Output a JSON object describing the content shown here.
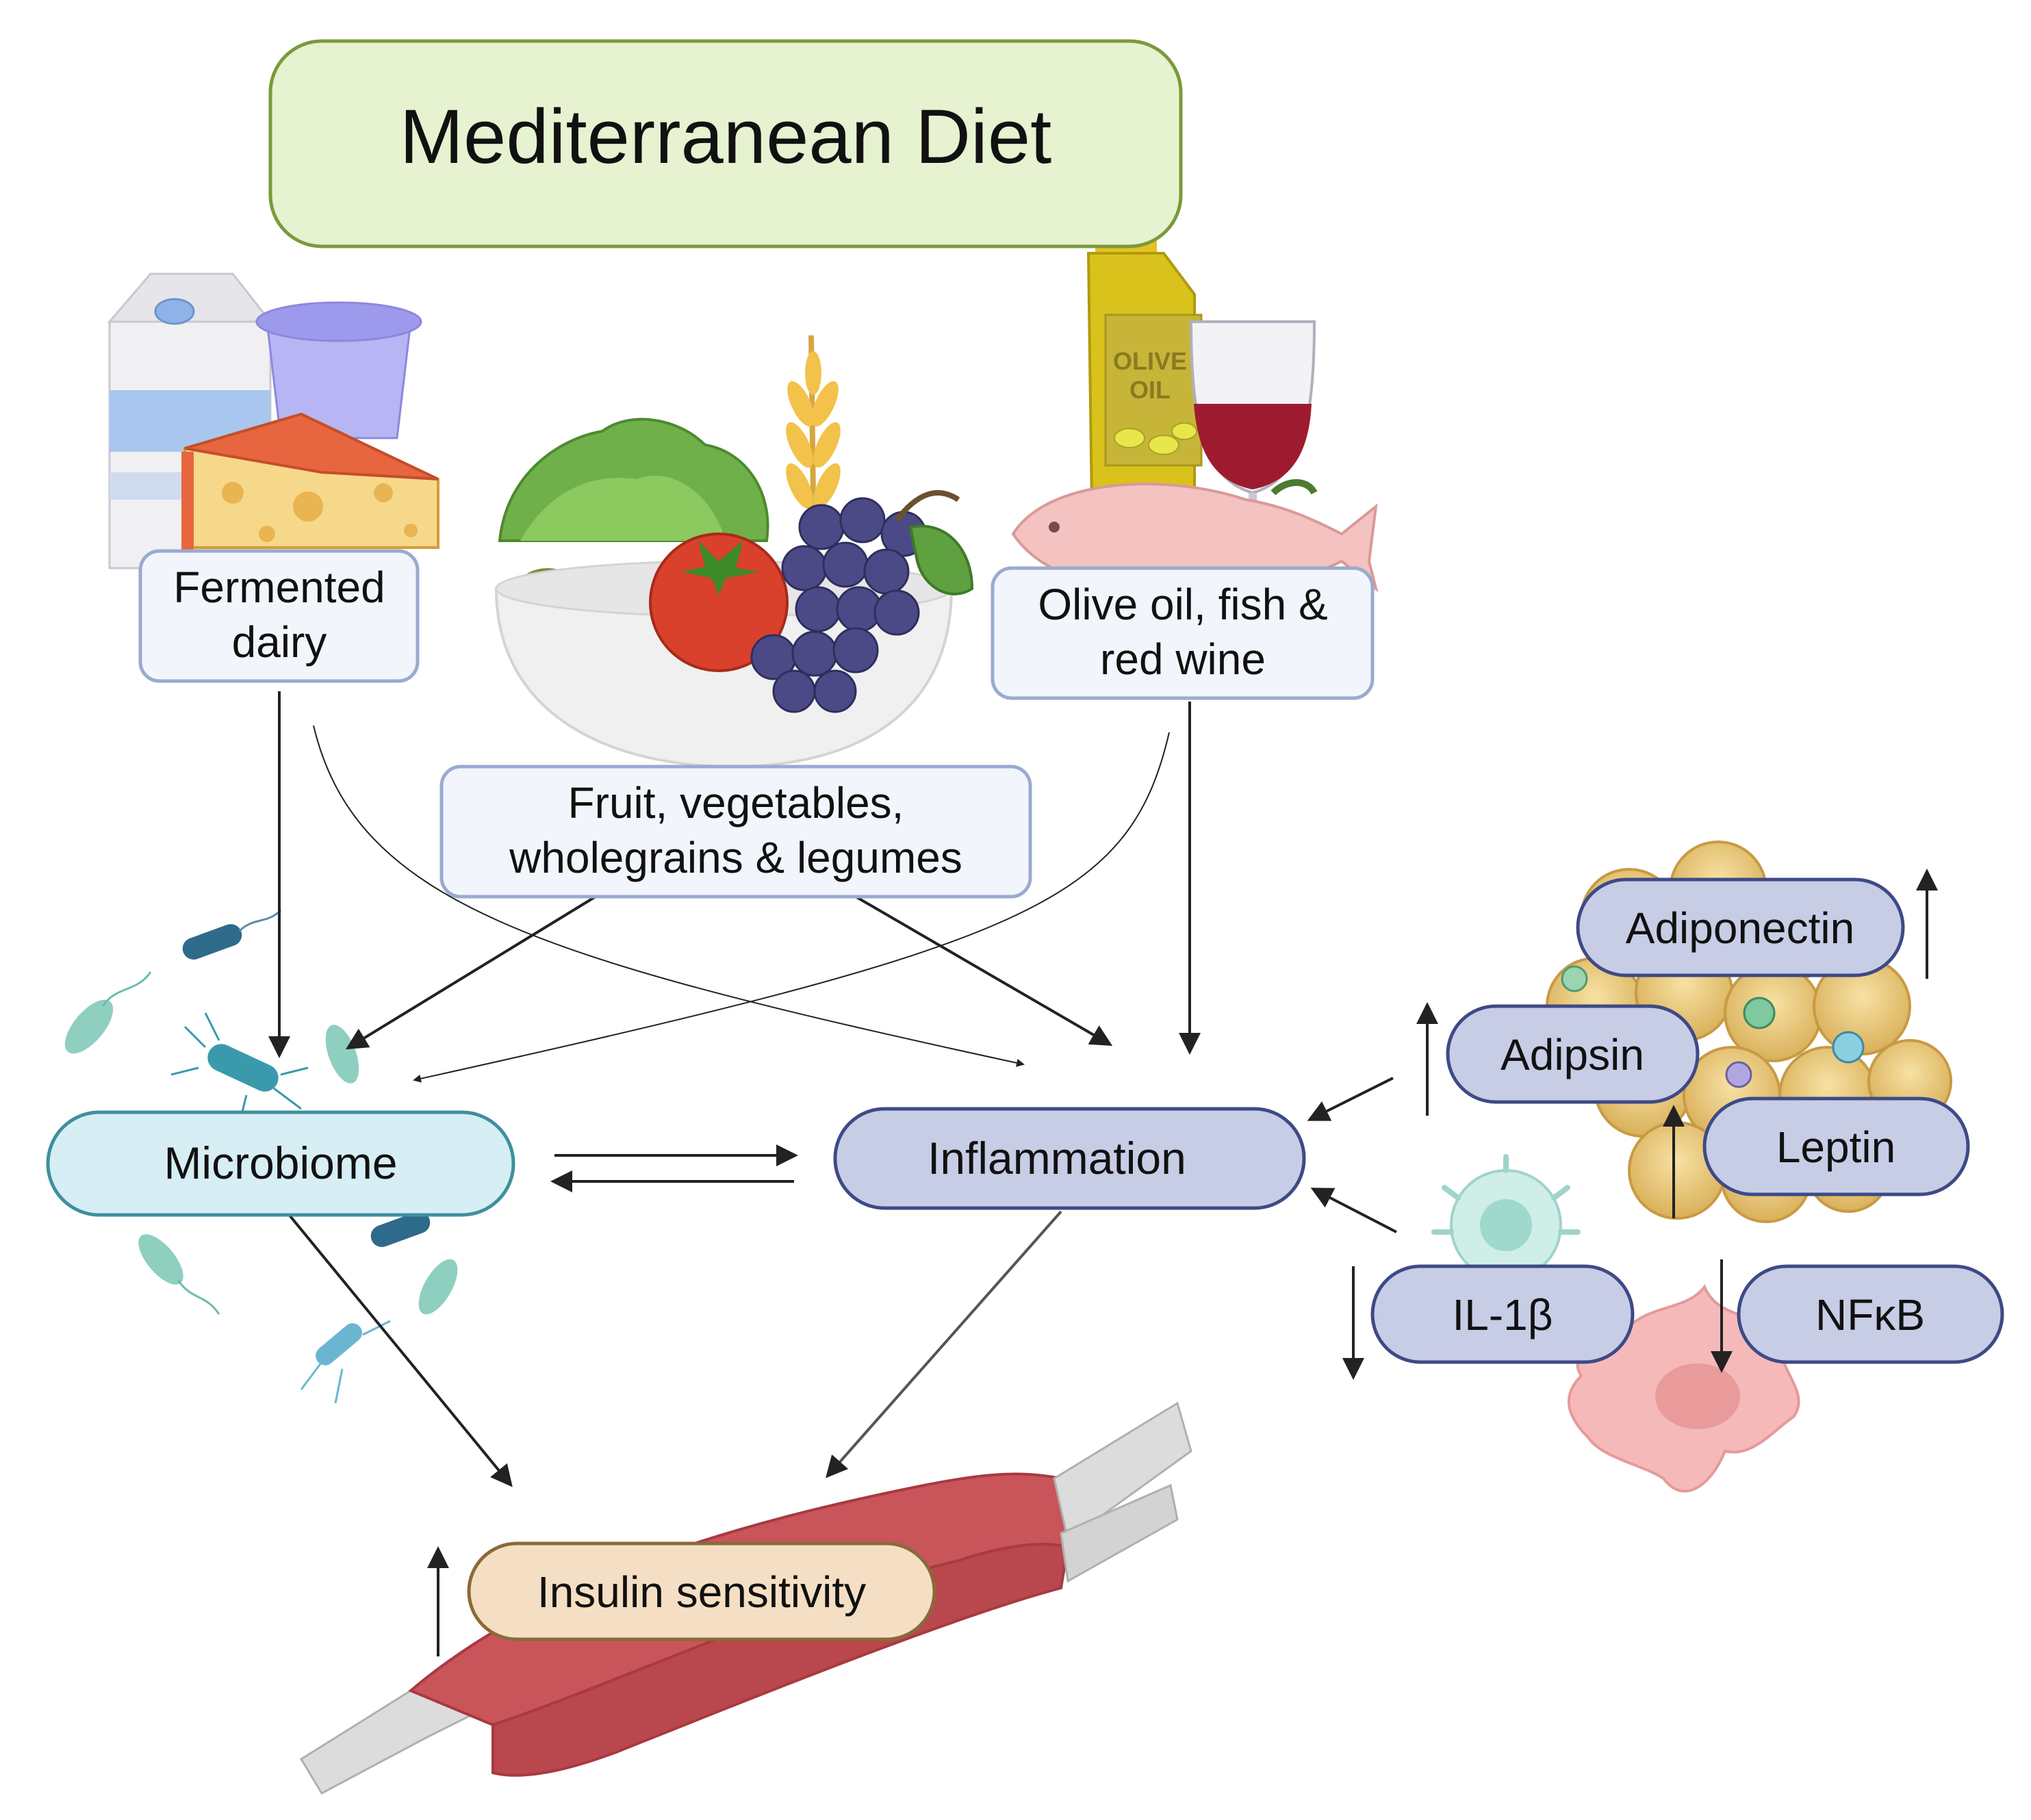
{
  "title": "Mediterranean Diet",
  "food_groups": {
    "dairy": [
      "Fermented",
      "dairy"
    ],
    "plants": [
      "Fruit, vegetables,",
      "wholegrains & legumes"
    ],
    "oil": [
      "Olive oil, fish &",
      "red wine"
    ]
  },
  "oil_bottle_label": [
    "OLIVE",
    "OIL"
  ],
  "nodes": {
    "microbiome": "Microbiome",
    "inflammation": "Inflammation",
    "insulin": "Insulin sensitivity"
  },
  "adipokines": {
    "adiponectin": "Adiponectin",
    "adipsin": "Adipsin",
    "leptin": "Leptin"
  },
  "cytokines": {
    "il1b": "IL-1β",
    "nfkb": "NFκB"
  },
  "colors": {
    "title_fill": "#e6f2d0",
    "title_stroke": "#7a9a3c",
    "food_box_fill": "#f2f6fc",
    "food_box_stroke": "#9aaad0",
    "microbiome_fill": "#d6eef4",
    "microbiome_stroke": "#3f8f9e",
    "inflammation_fill": "#c8cde6",
    "inflammation_stroke": "#3e4a86",
    "insulin_fill": "#f5dfc4",
    "insulin_stroke": "#8a6a3a",
    "arrow": "#222222"
  }
}
